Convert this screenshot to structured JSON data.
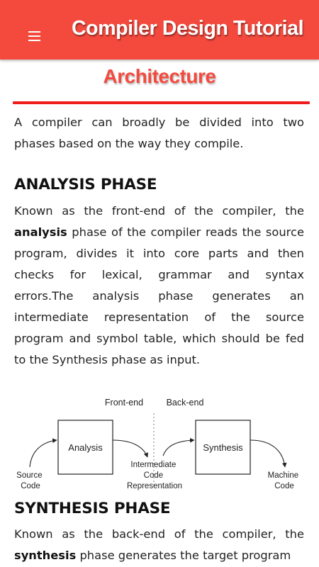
{
  "app_bar": {
    "title": "Compiler Design Tutorial",
    "menu_icon": "hamburger-menu-icon",
    "background_color": "#f44a3e"
  },
  "page": {
    "heading": "Architecture",
    "heading_color": "#f44a3e",
    "rule_color": "#ee1c1c",
    "intro": "A compiler can broadly be divided into two phases based on the way they compile."
  },
  "analysis": {
    "heading": "ANALYSIS PHASE",
    "text_before": "Known as the front-end of the compiler, the ",
    "bold": "analysis",
    "text_after": " phase of the compiler reads the source program, divides it into core parts and then checks for lexical, grammar and syntax errors.The analysis phase generates an intermediate representation of the source program and symbol table, which should be fed to the Synthesis phase as input."
  },
  "diagram": {
    "front_end": "Front-end",
    "back_end": "Back-end",
    "analysis_box": "Analysis",
    "synthesis_box": "Synthesis",
    "source_line1": "Source",
    "source_line2": "Code",
    "intermediate_line1": "Intermediate",
    "intermediate_line2": "Code",
    "intermediate_line3": "Representation",
    "machine_line1": "Machine",
    "machine_line2": "Code"
  },
  "synthesis": {
    "heading": "SYNTHESIS PHASE",
    "text_before": "Known as the back-end of the compiler, the ",
    "bold": "synthesis",
    "text_after": " phase generates the target program"
  }
}
